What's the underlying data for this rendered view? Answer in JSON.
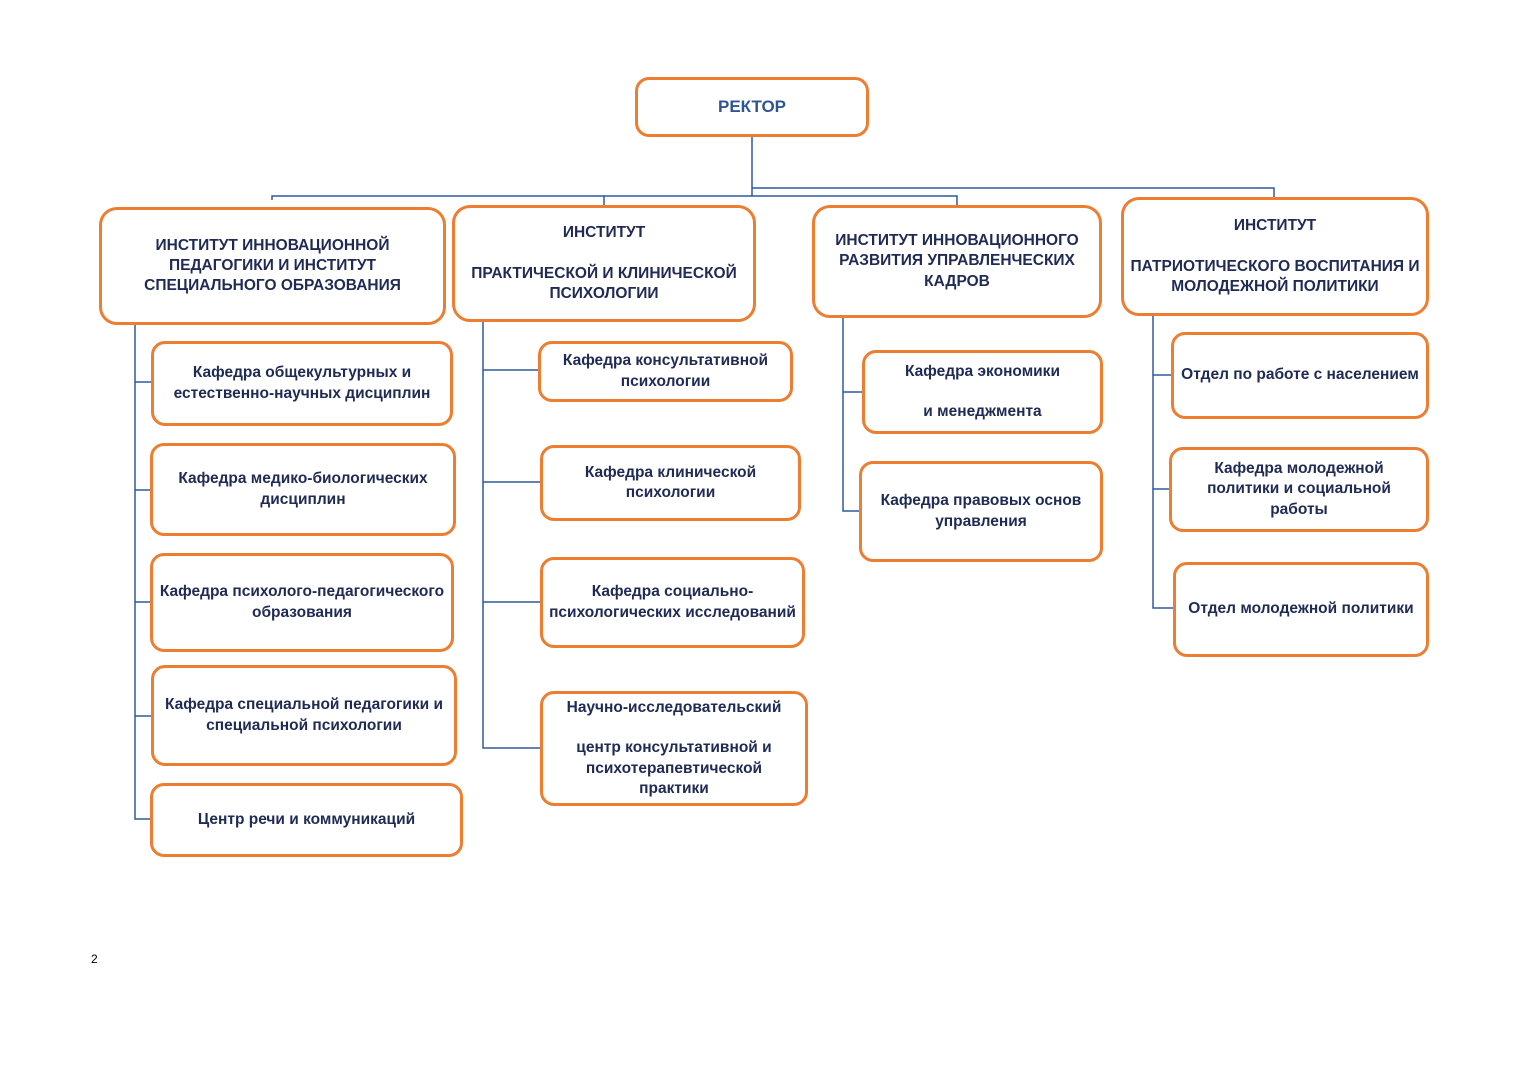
{
  "rector": "РЕКТОР",
  "institutes": [
    {
      "title": "ИНСТИТУТ ИННОВАЦИОННОЙ\nПЕДАГОГИКИ И ИНСТИТУТ\nСПЕЦИАЛЬНОГО ОБРАЗОВАНИЯ",
      "units": [
        "Кафедра общекультурных и\nестественно-научных дисциплин",
        "Кафедра медико-биологических\nдисциплин",
        "Кафедра психолого-педагогического\nобразования",
        "Кафедра специальной педагогики и\nспециальной психологии",
        "Центр речи и коммуникаций"
      ]
    },
    {
      "title": "ИНСТИТУТ\n\nПРАКТИЧЕСКОЙ И КЛИНИЧЕСКОЙ\nПСИХОЛОГИИ",
      "units": [
        "Кафедра консультативной\nпсихологии",
        "Кафедра клинической\nпсихологии",
        "Кафедра социально-\nпсихологических исследований",
        "Научно-исследовательский\n\nцентр консультативной    и\nпсихотерапевтической\nпрактики"
      ]
    },
    {
      "title": "ИНСТИТУТ ИННОВАЦИОННОГО\nРАЗВИТИЯ УПРАВЛЕНЧЕСКИХ\nКАДРОВ",
      "units": [
        "Кафедра экономики\n\nи менеджмента",
        "Кафедра правовых основ\nуправления"
      ]
    },
    {
      "title": "ИНСТИТУТ\n\nПАТРИОТИЧЕСКОГО ВОСПИТАНИЯ И\nМОЛОДЕЖНОЙ ПОЛИТИКИ",
      "units": [
        "Отдел по работе с населением",
        "Кафедра молодежной\nполитики и социальной\nработы",
        "Отдел  молодежной политики"
      ]
    }
  ],
  "page_number": "2",
  "colors": {
    "border": "#ED7D31",
    "connector": "#2E5A9C",
    "rector_text": "#2F5597",
    "text": "#1F2A55"
  }
}
